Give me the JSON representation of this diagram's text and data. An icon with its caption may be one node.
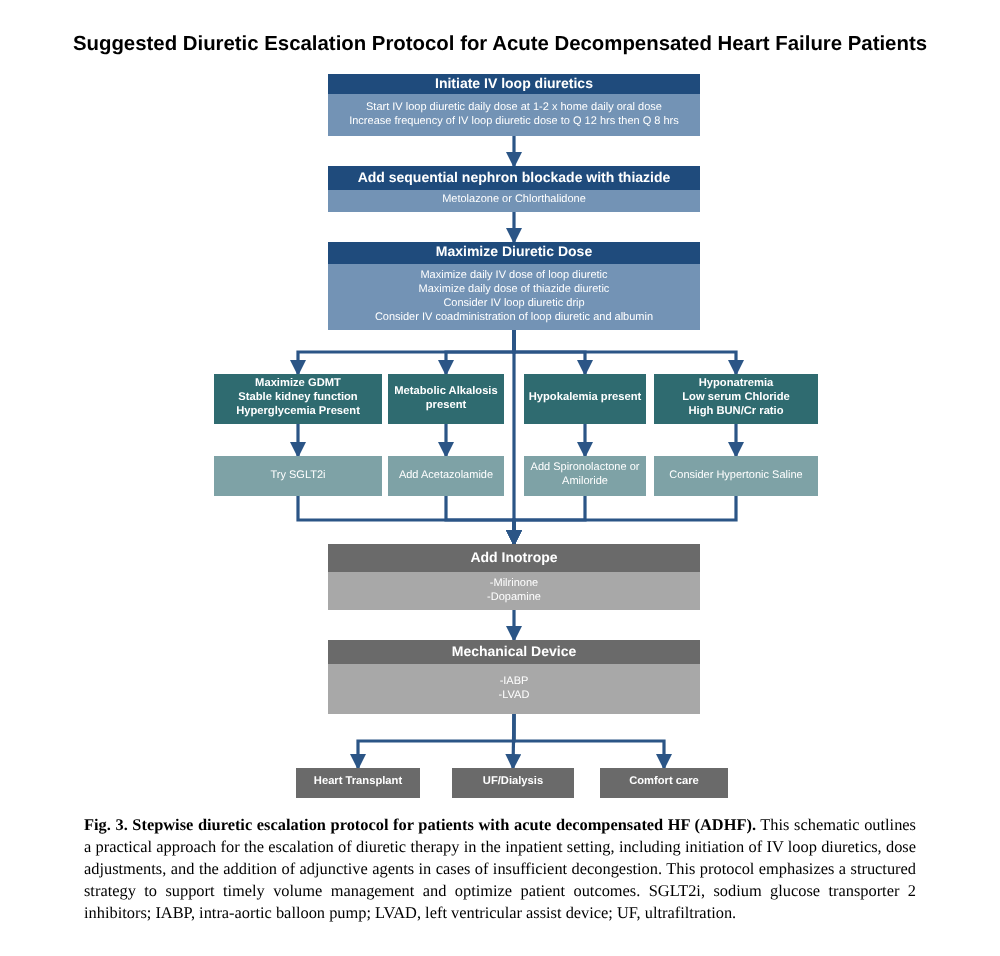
{
  "diagram": {
    "title": "Suggested Diuretic Escalation Protocol for Acute Decompensated Heart Failure Patients",
    "nodes": [
      {
        "text": [
          "Initiate IV loop diuretics",
          "Start IV loop diuretic daily dose at 1-2 x home daily oral dose",
          "Increase frequency of IV loop diuretic dose to Q 12 hrs then Q 8 hrs"
        ]
      },
      {
        "text": [
          "Add sequential nephron blockade with thiazide",
          "Metolazone or Chlorthalidone"
        ]
      },
      {
        "text": [
          "Maximize Diuretic Dose",
          "Maximize daily IV dose of loop diuretic",
          "Maximize daily dose of thiazide diuretic",
          "Consider IV loop diuretic drip",
          "Consider IV coadministration of loop diuretic and albumin"
        ]
      },
      {
        "text": [
          "Maximize GDMT",
          "Stable kidney function",
          "Hyperglycemia Present"
        ]
      },
      {
        "text": [
          "Metabolic Alkalosis present"
        ]
      },
      {
        "text": [
          "Hypokalemia present"
        ]
      },
      {
        "text": [
          "Hyponatremia",
          "Low serum Chloride",
          "High BUN/Cr ratio"
        ]
      },
      {
        "text": [
          "Try SGLT2i"
        ]
      },
      {
        "text": [
          "Add Acetazolamide"
        ]
      },
      {
        "text": [
          "Add Spironolactone or Amiloride"
        ]
      },
      {
        "text": [
          "Consider Hypertonic Saline"
        ]
      },
      {
        "text": [
          "Add Inotrope",
          "-Milrinone",
          "-Dopamine"
        ]
      },
      {
        "text": [
          "Mechanical Device",
          "-IABP",
          "-LVAD"
        ]
      },
      {
        "text": [
          "Heart Transplant"
        ]
      },
      {
        "text": [
          "UF/Dialysis"
        ]
      },
      {
        "text": [
          "Comfort care"
        ]
      }
    ],
    "edges": [
      {
        "from": 0,
        "to": 1,
        "arrow": "to"
      },
      {
        "from": 1,
        "to": 2,
        "arrow": "to"
      },
      {
        "from": 2,
        "to": 3,
        "arrow": "to"
      },
      {
        "from": 2,
        "to": 4,
        "arrow": "to"
      },
      {
        "from": 2,
        "to": 5,
        "arrow": "to"
      },
      {
        "from": 2,
        "to": 6,
        "arrow": "to"
      },
      {
        "from": 2,
        "to": 11,
        "arrow": "to"
      },
      {
        "from": 3,
        "to": 7,
        "arrow": "to"
      },
      {
        "from": 4,
        "to": 8,
        "arrow": "to"
      },
      {
        "from": 5,
        "to": 9,
        "arrow": "to"
      },
      {
        "from": 6,
        "to": 10,
        "arrow": "to"
      },
      {
        "from": 7,
        "to": 11,
        "arrow": "to"
      },
      {
        "from": 8,
        "to": 11,
        "arrow": "to"
      },
      {
        "from": 9,
        "to": 11,
        "arrow": "to"
      },
      {
        "from": 10,
        "to": 11,
        "arrow": "to"
      },
      {
        "from": 11,
        "to": 12,
        "arrow": "to"
      },
      {
        "from": 12,
        "to": 13,
        "arrow": "to"
      },
      {
        "from": 12,
        "to": 14,
        "arrow": "to"
      },
      {
        "from": 12,
        "to": 15,
        "arrow": "to"
      }
    ],
    "caption": "**Fig. 3. Stepwise diuretic escalation protocol for patients with acute decompensated HF (ADHF).** This schematic outlines a practical approach for the escalation of diuretic therapy in the inpatient setting, including initiation of IV loop diuretics, dose adjustments, and the addition of adjunctive agents in cases of insufficient decongestion. This protocol emphasizes a structured strategy to support timely volume management and optimize patient outcomes. SGLT2i, sodium glucose transporter 2 inhibitors; IABP, intra-aortic balloon pump; LVAD, left ventricular assist device; UF, ultrafiltration."
  }
}
